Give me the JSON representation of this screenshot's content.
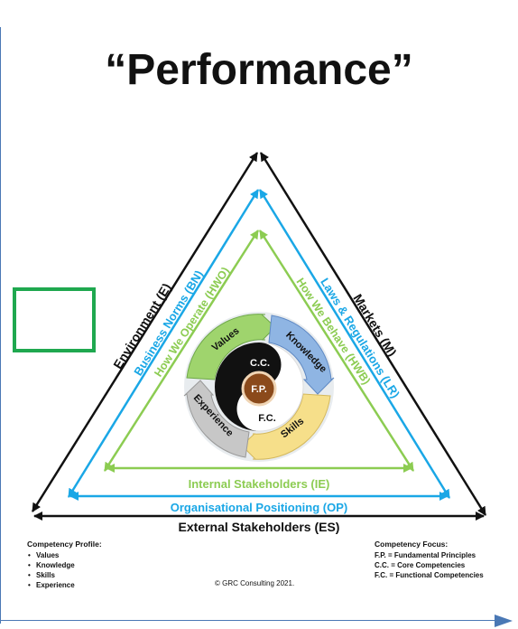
{
  "title": "“Performance”",
  "diagram": {
    "outer_bottom": "External Stakeholders (ES)",
    "outer_left": "Environment (E)",
    "outer_right": "Markets (M)",
    "middle_bottom": "Organisational Positioning (OP)",
    "middle_left": "Business Norms (BN)",
    "middle_right": "Laws & Regulations (LR)",
    "inner_bottom": "Internal Stakeholders (IE)",
    "inner_left": "How We Operate (HWO)",
    "inner_right": "How We Behave (HWB)",
    "ring": {
      "values": "Values",
      "knowledge": "Knowledge",
      "skills": "Skills",
      "experience": "Experience"
    },
    "core": {
      "cc": "C.C.",
      "fp": "F.P.",
      "fc": "F.C."
    }
  },
  "legend": {
    "profile_title": "Competency Profile:",
    "profile_items": [
      "Values",
      "Knowledge",
      "Skills",
      "Experience"
    ],
    "focus_title": "Competency Focus:",
    "focus_items": [
      "F.P. = Fundamental Principles",
      "C.C. = Core Competencies",
      "F.C. = Functional Competencies"
    ]
  },
  "copyright": "© GRC Consulting 2021.",
  "colors": {
    "outer": "#111111",
    "middle": "#1aa7e6",
    "inner": "#8ccc52",
    "values": "#9fd46d",
    "knowledge": "#8fb5e3",
    "skills": "#f6df8a",
    "experience": "#c7c7c7",
    "fp": "#8b4a1b",
    "box": "#1fa84f"
  }
}
